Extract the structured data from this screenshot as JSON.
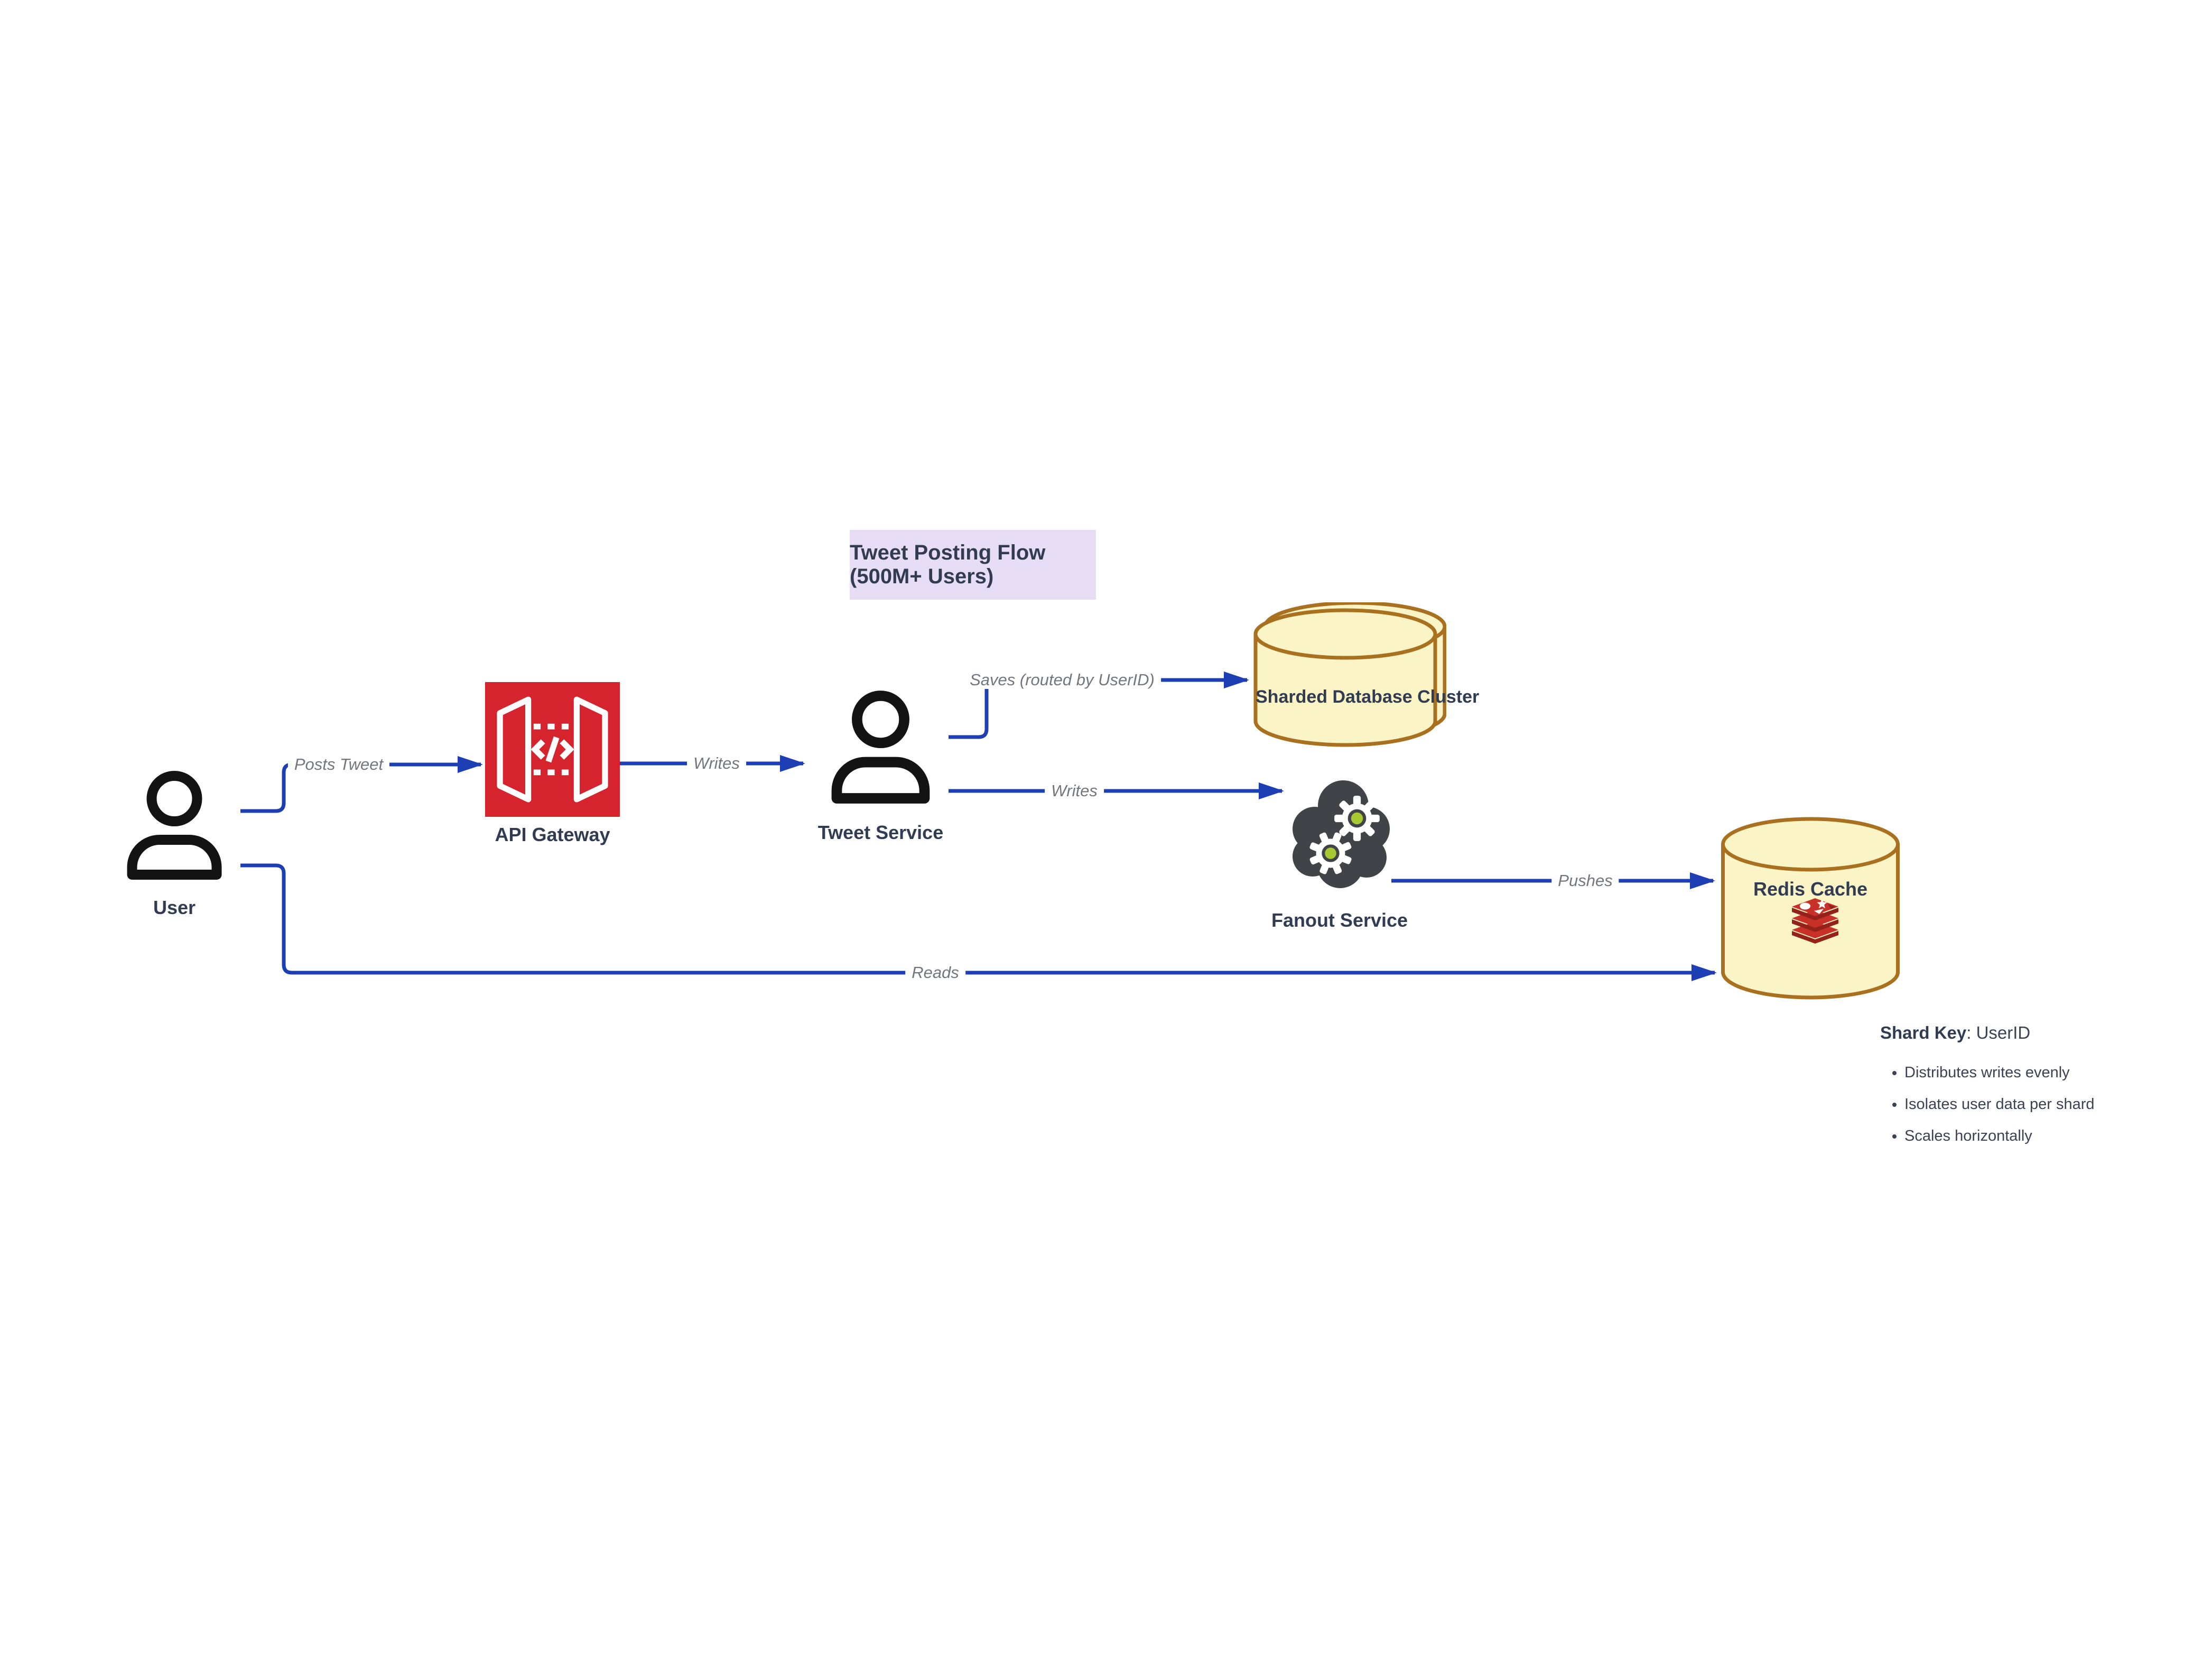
{
  "title": "Tweet Posting Flow (500M+ Users)",
  "nodes": {
    "user": {
      "label": "User",
      "icon": "person-icon"
    },
    "api_gateway": {
      "label": "API Gateway",
      "icon": "api-gateway-icon"
    },
    "tweet_service": {
      "label": "Tweet Service",
      "icon": "person-icon"
    },
    "sharded_db": {
      "label": "Sharded Database Cluster",
      "icon": "database-cluster-cylinder-icon"
    },
    "fanout": {
      "label": "Fanout Service",
      "icon": "cloud-gears-icon"
    },
    "redis": {
      "label": "Redis Cache",
      "icon": "redis-cylinder-icon"
    }
  },
  "edges": {
    "posts_tweet": {
      "label": "Posts Tweet",
      "from": "user",
      "to": "api_gateway"
    },
    "writes_1": {
      "label": "Writes",
      "from": "api_gateway",
      "to": "tweet_service"
    },
    "saves": {
      "label": "Saves (routed by UserID)",
      "from": "tweet_service",
      "to": "sharded_db"
    },
    "writes_2": {
      "label": "Writes",
      "from": "tweet_service",
      "to": "fanout"
    },
    "pushes": {
      "label": "Pushes",
      "from": "fanout",
      "to": "redis"
    },
    "reads": {
      "label": "Reads",
      "from": "user",
      "to": "redis"
    }
  },
  "annotation": {
    "heading_bold": "Shard Key",
    "heading_rest": ": UserID",
    "bullets": [
      "Distributes writes evenly",
      "Isolates user data per shard",
      "Scales horizontally"
    ]
  },
  "colors": {
    "edge_blue": "#1d3fb3",
    "label_gray": "#71767f",
    "node_label": "#313c53",
    "title_bg": "#e7ddf5",
    "title_text": "#313c53",
    "api_red": "#d5242e",
    "cloud_gray": "#404347",
    "gear_green": "#a8c832",
    "cylinder_fill": "#fbf4c6",
    "cylinder_stroke": "#a9711f",
    "redis_red": "#c73127",
    "redis_dark": "#94211a",
    "icon_black": "#131313",
    "note_text": "#3a4254"
  }
}
